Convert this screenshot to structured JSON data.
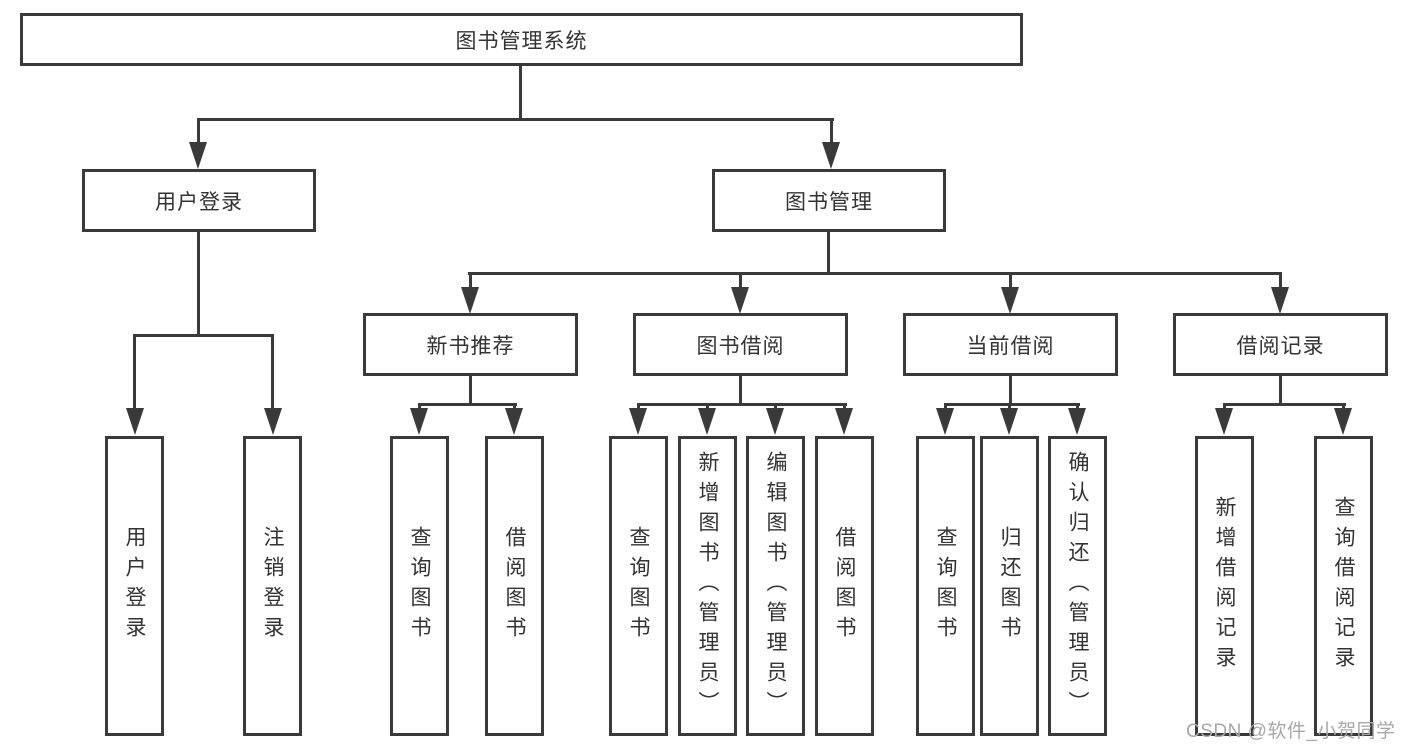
{
  "diagram": {
    "title_node": {
      "label": "图书管理系统"
    },
    "level2": [
      {
        "label": "用户登录"
      },
      {
        "label": "图书管理"
      }
    ],
    "level3": [
      {
        "label": "新书推荐"
      },
      {
        "label": "图书借阅"
      },
      {
        "label": "当前借阅"
      },
      {
        "label": "借阅记录"
      }
    ],
    "leaves": {
      "user": [
        "用户登录",
        "注销登录"
      ],
      "recommend": [
        "查询图书",
        "借阅图书"
      ],
      "borrow": [
        "查询图书",
        "新增图书（管理员）",
        "编辑图书（管理员）",
        "借阅图书"
      ],
      "current": [
        "查询图书",
        "归还图书",
        "确认归还（管理员）"
      ],
      "records": [
        "新增借阅记录",
        "查询借阅记录"
      ]
    }
  },
  "watermark": {
    "text": "CSDN @软件_小贺同学"
  },
  "colors": {
    "line": "#3a3a3a",
    "text": "#333333",
    "watermark": "#a8a8a8",
    "background": "#ffffff"
  }
}
